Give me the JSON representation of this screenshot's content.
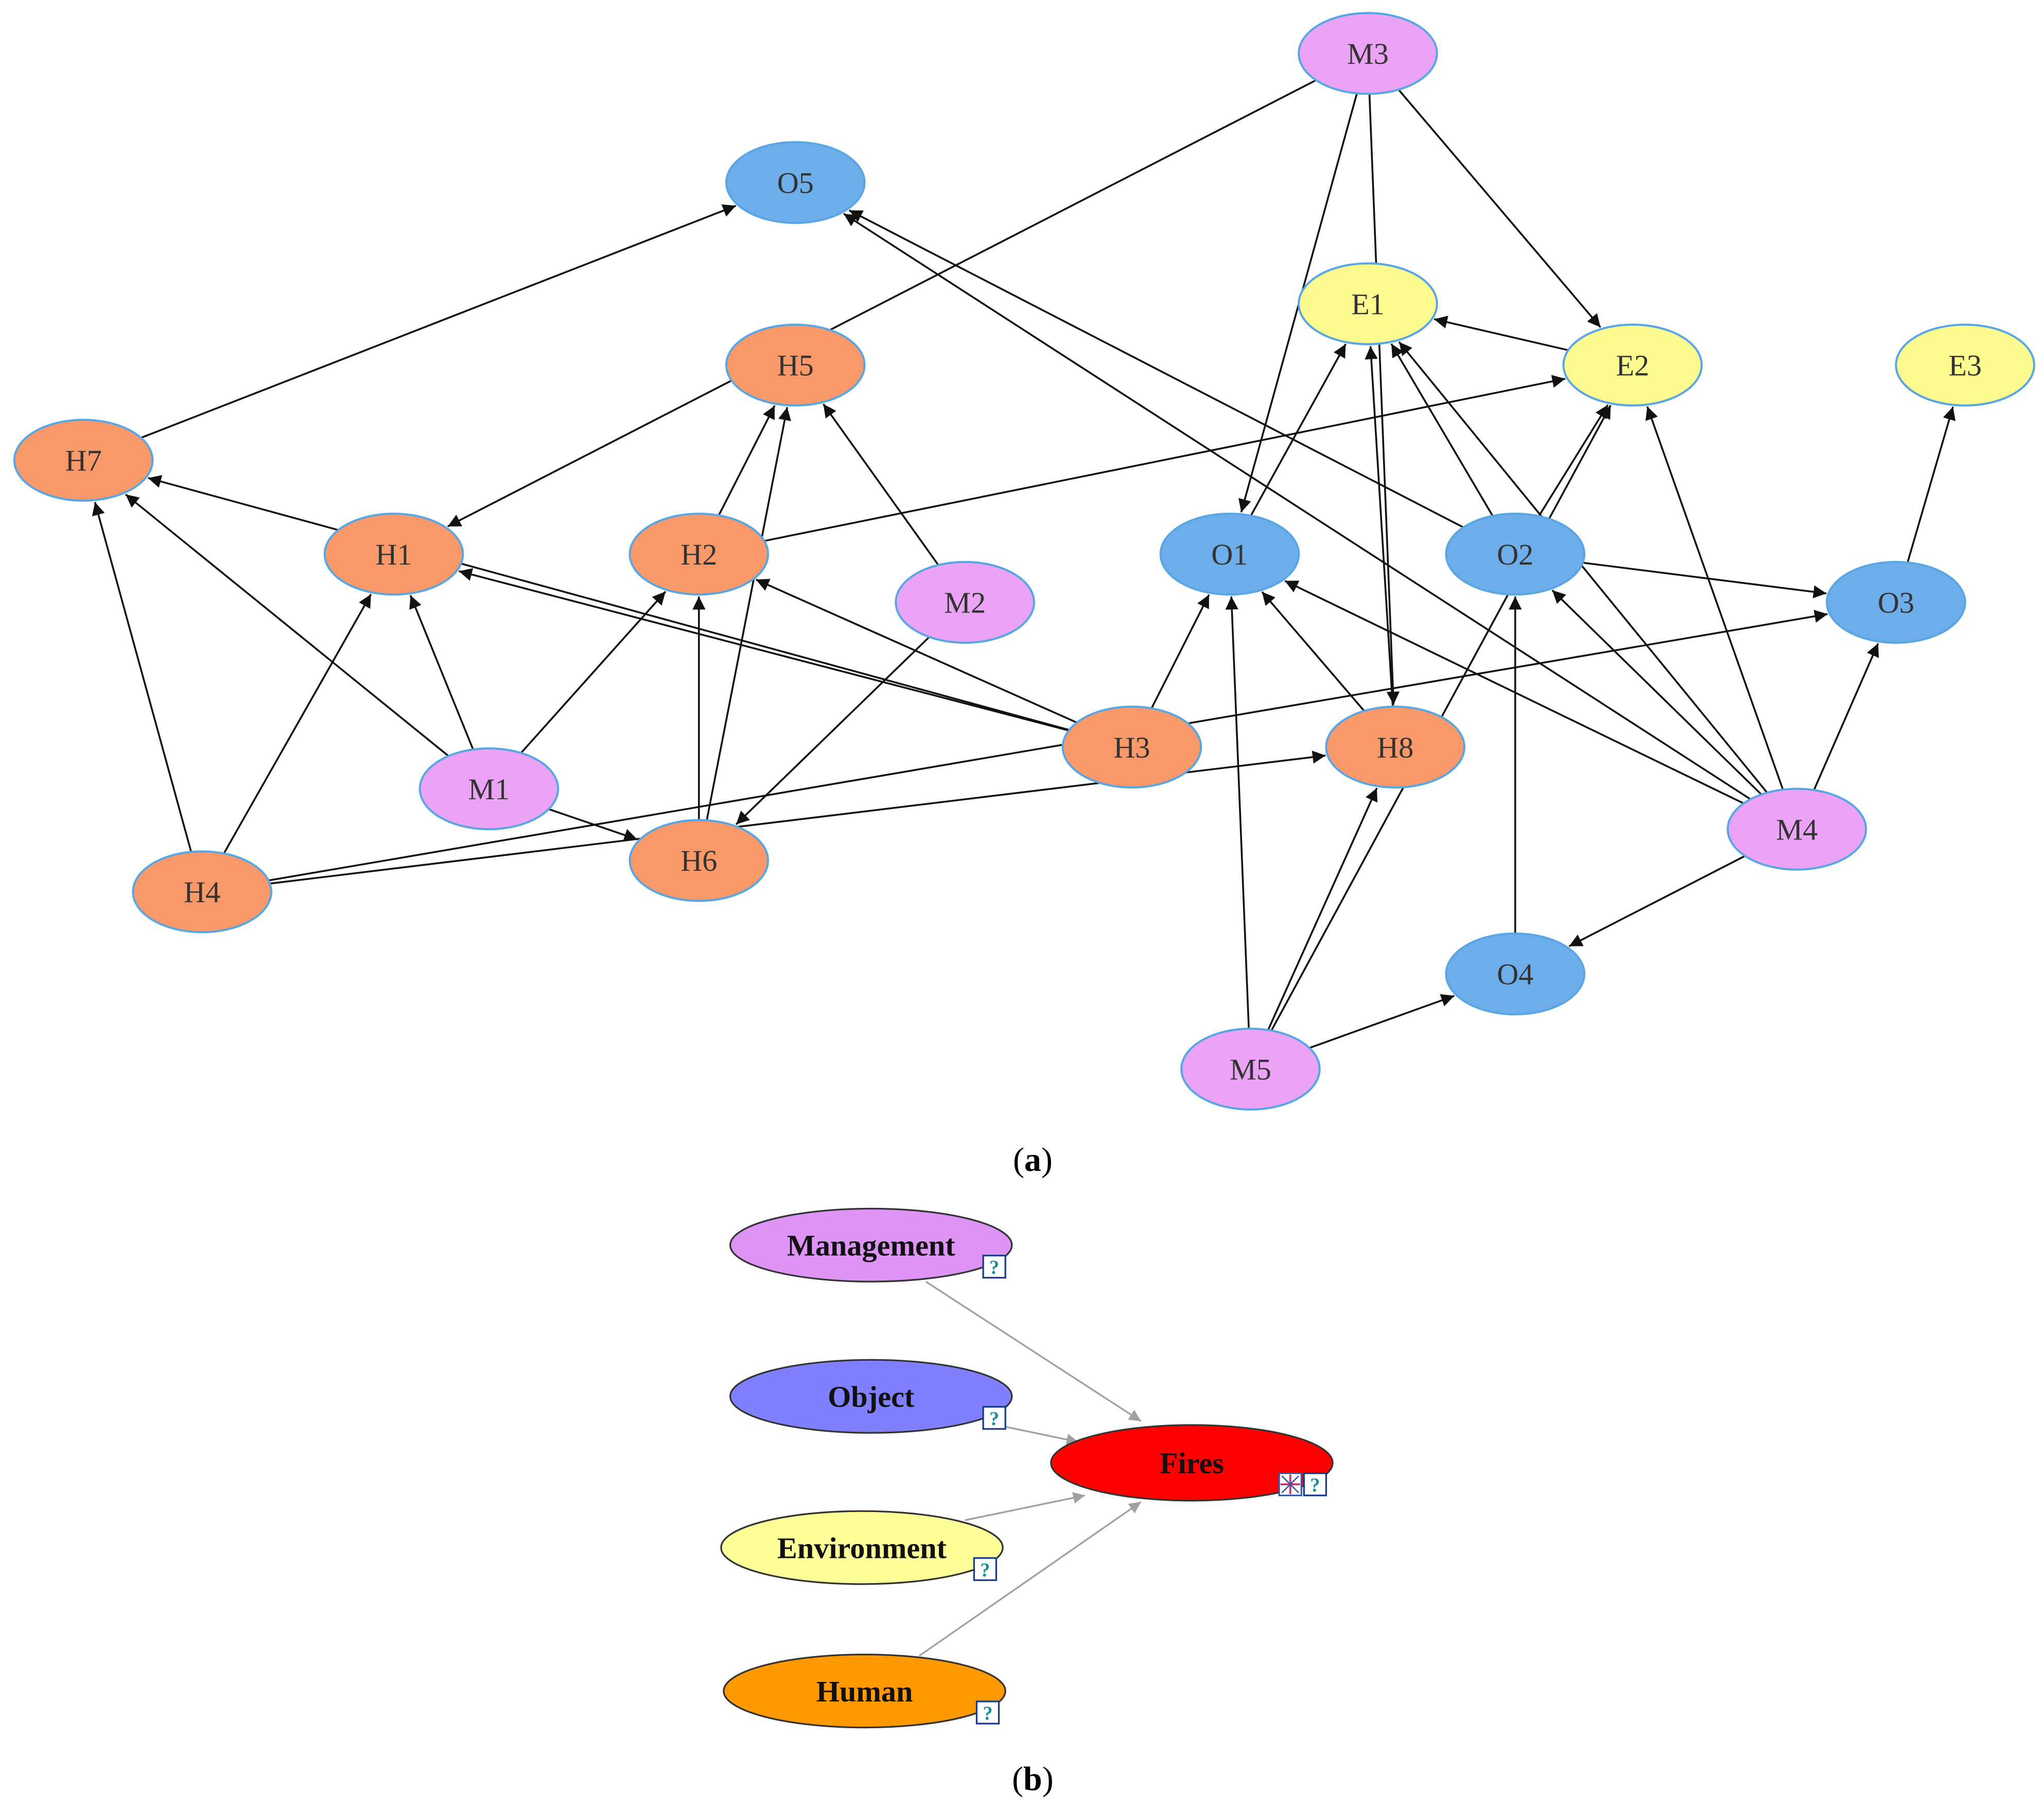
{
  "colors": {
    "human": "#F9996A",
    "management": "#EBA3F5",
    "object": "#6DAEEA",
    "environment": "#FBFB8F",
    "node_border": "#58A6E4",
    "edge_a": "#111111",
    "b_management": "#DE94F5",
    "b_object": "#8080FF",
    "b_environment": "#FFFF99",
    "b_human": "#FF9900",
    "b_fires": "#FF0000",
    "b_edge": "#A0A0A0"
  },
  "panel_a": {
    "caption": "a",
    "nodes": [
      {
        "id": "M3",
        "label": "M3",
        "group": "management"
      },
      {
        "id": "O5",
        "label": "O5",
        "group": "object"
      },
      {
        "id": "E1",
        "label": "E1",
        "group": "environment"
      },
      {
        "id": "E2",
        "label": "E2",
        "group": "environment"
      },
      {
        "id": "E3",
        "label": "E3",
        "group": "environment"
      },
      {
        "id": "H5",
        "label": "H5",
        "group": "human"
      },
      {
        "id": "H7",
        "label": "H7",
        "group": "human"
      },
      {
        "id": "H1",
        "label": "H1",
        "group": "human"
      },
      {
        "id": "H2",
        "label": "H2",
        "group": "human"
      },
      {
        "id": "M2",
        "label": "M2",
        "group": "management"
      },
      {
        "id": "O1",
        "label": "O1",
        "group": "object"
      },
      {
        "id": "O2",
        "label": "O2",
        "group": "object"
      },
      {
        "id": "O3",
        "label": "O3",
        "group": "object"
      },
      {
        "id": "H3",
        "label": "H3",
        "group": "human"
      },
      {
        "id": "H8",
        "label": "H8",
        "group": "human"
      },
      {
        "id": "M1",
        "label": "M1",
        "group": "management"
      },
      {
        "id": "H6",
        "label": "H6",
        "group": "human"
      },
      {
        "id": "H4",
        "label": "H4",
        "group": "human"
      },
      {
        "id": "M4",
        "label": "M4",
        "group": "management"
      },
      {
        "id": "O4",
        "label": "O4",
        "group": "object"
      },
      {
        "id": "M5",
        "label": "M5",
        "group": "management"
      }
    ],
    "edges": [
      [
        "M3",
        "H1"
      ],
      [
        "M3",
        "O1"
      ],
      [
        "M3",
        "H8"
      ],
      [
        "M3",
        "E2"
      ],
      [
        "H7",
        "O5"
      ],
      [
        "H4",
        "H7"
      ],
      [
        "H4",
        "H1"
      ],
      [
        "H4",
        "O3"
      ],
      [
        "H4",
        "H8"
      ],
      [
        "M1",
        "H7"
      ],
      [
        "M1",
        "H1"
      ],
      [
        "M1",
        "H2"
      ],
      [
        "M1",
        "H6"
      ],
      [
        "H2",
        "H5"
      ],
      [
        "H2",
        "E2"
      ],
      [
        "H6",
        "H2"
      ],
      [
        "H6",
        "H5"
      ],
      [
        "M2",
        "H5"
      ],
      [
        "M2",
        "H6"
      ],
      [
        "H3",
        "H7"
      ],
      [
        "H3",
        "H1"
      ],
      [
        "H3",
        "H2"
      ],
      [
        "H3",
        "O1"
      ],
      [
        "O1",
        "E1"
      ],
      [
        "H8",
        "E1"
      ],
      [
        "H8",
        "O1"
      ],
      [
        "O2",
        "O5"
      ],
      [
        "O2",
        "E1"
      ],
      [
        "O2",
        "E2"
      ],
      [
        "O2",
        "O3"
      ],
      [
        "E2",
        "E1"
      ],
      [
        "O3",
        "E3"
      ],
      [
        "M4",
        "O5"
      ],
      [
        "M4",
        "E1"
      ],
      [
        "M4",
        "E2"
      ],
      [
        "M4",
        "O2"
      ],
      [
        "M4",
        "O1"
      ],
      [
        "M4",
        "O3"
      ],
      [
        "M4",
        "O4"
      ],
      [
        "O4",
        "O2"
      ],
      [
        "M5",
        "O1"
      ],
      [
        "M5",
        "H8"
      ],
      [
        "M5",
        "E2"
      ],
      [
        "M5",
        "O4"
      ]
    ]
  },
  "panel_b": {
    "caption": "b",
    "nodes": [
      {
        "id": "management",
        "label": "Management",
        "color_key": "b_management"
      },
      {
        "id": "object",
        "label": "Object",
        "color_key": "b_object"
      },
      {
        "id": "environment",
        "label": "Environment",
        "color_key": "b_environment"
      },
      {
        "id": "human",
        "label": "Human",
        "color_key": "b_human"
      },
      {
        "id": "fires",
        "label": "Fires",
        "color_key": "b_fires"
      }
    ],
    "edges": [
      [
        "management",
        "fires"
      ],
      [
        "object",
        "fires"
      ],
      [
        "environment",
        "fires"
      ],
      [
        "human",
        "fires"
      ]
    ],
    "badge_glyph": "?"
  }
}
